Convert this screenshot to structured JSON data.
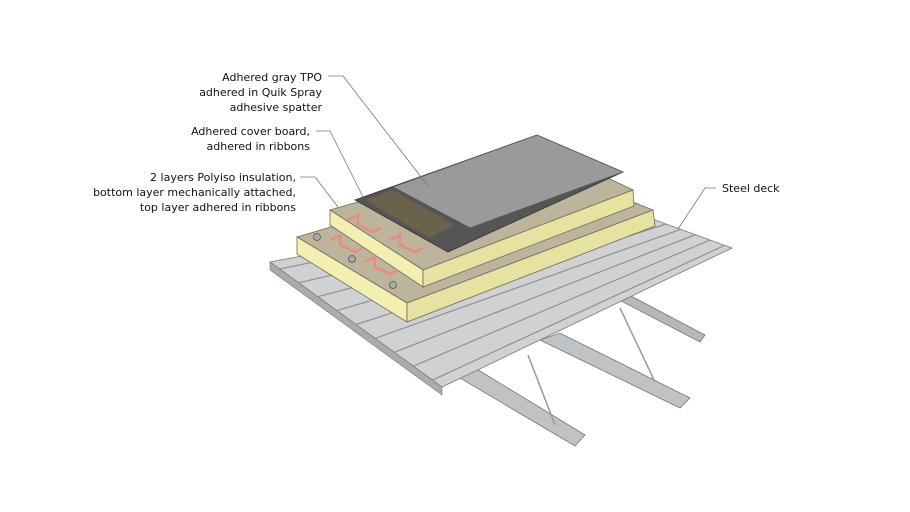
{
  "labels": {
    "tpo": [
      "Adhered gray TPO",
      "adhered in Quik Spray",
      "adhesive spatter"
    ],
    "cover_board": [
      "Adhered cover board,",
      "adhered in ribbons"
    ],
    "polyiso": [
      "2 layers Polyiso insulation,",
      "bottom layer mechanically attached,",
      "top layer adhered in ribbons"
    ],
    "steel_deck": [
      "Steel deck"
    ]
  },
  "colors": {
    "tpo": "#9a9a9a",
    "cover_board": "#555555",
    "polyiso_top": "#bcb59c",
    "polyiso_edge": "#f2efb0",
    "deck": "#c9cbcc",
    "ribbon": "#e88a8a"
  }
}
